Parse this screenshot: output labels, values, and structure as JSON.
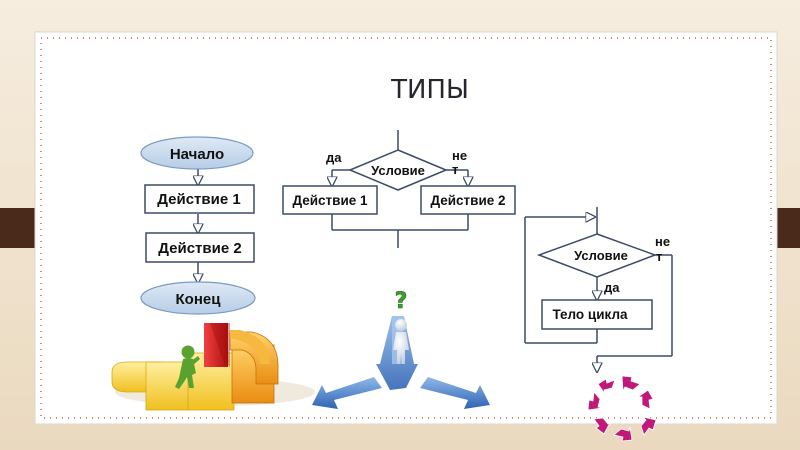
{
  "slide": {
    "title": "ТИПЫ"
  },
  "linear": {
    "start": "Начало",
    "action1": "Действие 1",
    "action2": "Действие 2",
    "end": "Конец"
  },
  "branch": {
    "condition": "Условие",
    "yes": "да",
    "no_part1": "не",
    "no_part2": "т",
    "action1": "Действие 1",
    "action2": "Действие 2"
  },
  "loop": {
    "condition": "Условие",
    "no_part1": "не",
    "no_part2": "т",
    "yes": "да",
    "body": "Тело цикла"
  },
  "colors": {
    "background": "#f1e6d5",
    "card": "#ffffff",
    "card_border": "#c83a2a",
    "flow_line": "#3b4b66",
    "terminator_fill": "#c9d9ec",
    "arrow_blue": "#3f78c7",
    "step_yellow": "#f4cf3a",
    "step_orange": "#f0a323",
    "step_red": "#d21f1f",
    "figure_green": "#5aa22f",
    "question_green": "#3ea02a",
    "cycle_magenta": "#c2187a"
  },
  "icons": [
    "staircase-icon",
    "person-climbing-icon",
    "crossroads-arrow-icon",
    "question-mark-icon",
    "cycle-arrows-icon"
  ]
}
